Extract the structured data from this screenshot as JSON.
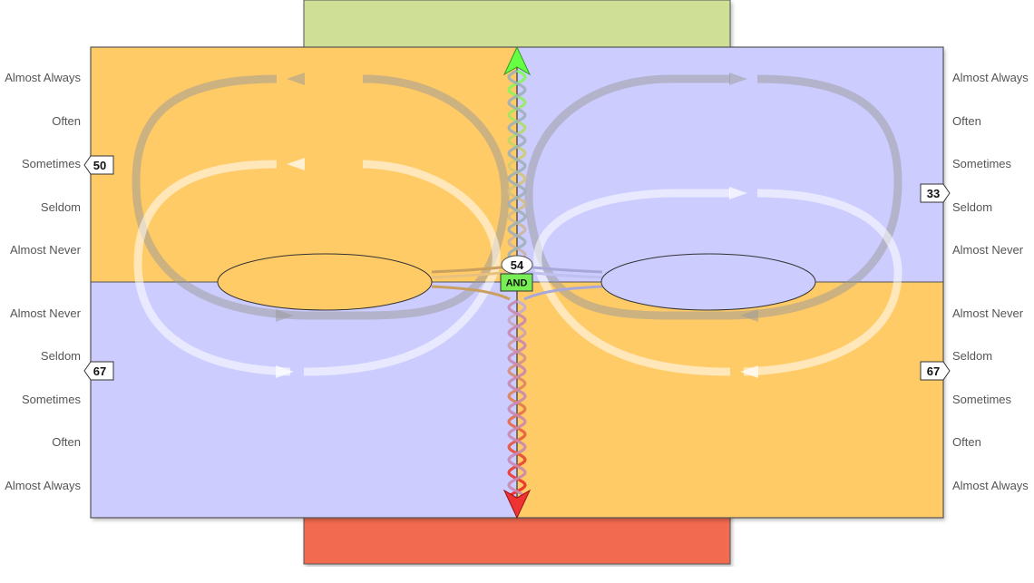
{
  "diagram": {
    "scale_levels": [
      "Almost Always",
      "Often",
      "Sometimes",
      "Seldom",
      "Almost Never"
    ],
    "markers": {
      "top_left": "50",
      "top_right": "33",
      "bottom_left": "67",
      "bottom_right": "67",
      "center": "54"
    },
    "gate_label": "AND",
    "colors": {
      "orange": "#FFCB66",
      "lavender": "#CCCCFF",
      "green_bar": "#CFE096",
      "red_bar": "#F26B50",
      "arrow_up": "#66FF44",
      "arrow_down": "#EE3333",
      "gate": "#77EE55"
    }
  }
}
